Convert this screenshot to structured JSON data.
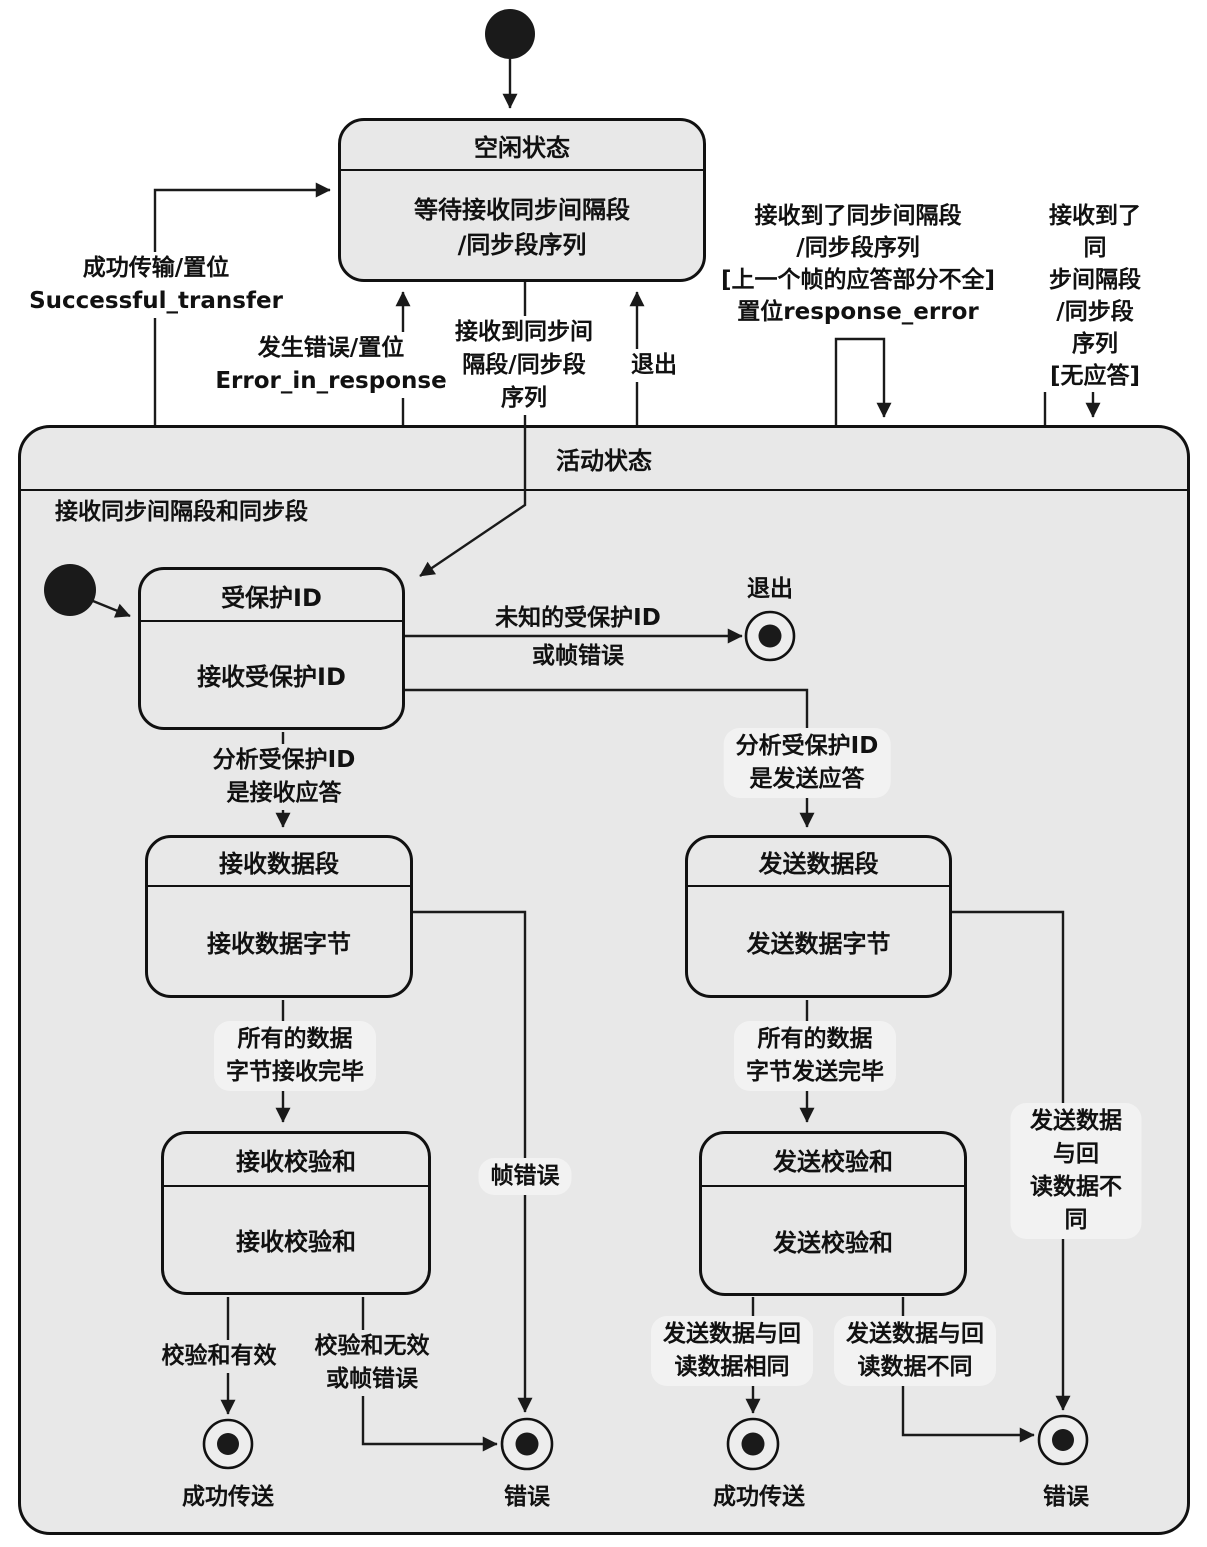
{
  "diagram": {
    "colors": {
      "state_fill": "#e8e8e8",
      "label_halo": "#f2f2f2",
      "line": "#1a1a1a",
      "background": "#ffffff"
    },
    "states": {
      "idle": {
        "title": "空闲状态",
        "body": "等待接收同步间隔段\n/同步段序列"
      },
      "active": {
        "title": "活动状态",
        "entry": "接收同步间隔段和同步段"
      },
      "protected_id": {
        "title": "受保护ID",
        "body": "接收受保护ID"
      },
      "receive_data": {
        "title": "接收数据段",
        "body": "接收数据字节"
      },
      "send_data": {
        "title": "发送数据段",
        "body": "发送数据字节"
      },
      "receive_checksum": {
        "title": "接收校验和",
        "body": "接收校验和"
      },
      "send_checksum": {
        "title": "发送校验和",
        "body": "发送校验和"
      }
    },
    "labels": {
      "successful_transfer": "成功传输/置位\nSuccessful_transfer",
      "error_in_response": "发生错误/置位\nError_in_response",
      "received_sync_seq": "接收到同步间\n隔段/同步段\n序列",
      "exit_to_idle": "退出",
      "response_error": "接收到了同步间隔段\n/同步段序列\n[上一个帧的应答部分不全]\n置位response_error",
      "no_response": "接收到了同\n步间隔段\n/同步段序列\n[无应答]",
      "unknown_id_line1": "未知的受保护ID",
      "unknown_id_line2": "或帧错误",
      "exit_inner": "退出",
      "analyze_receive": "分析受保护ID\n是接收应答",
      "analyze_send": "分析受保护ID\n是发送应答",
      "all_bytes_received": "所有的数据\n字节接收完毕",
      "all_bytes_sent": "所有的数据\n字节发送完毕",
      "frame_error": "帧错误",
      "send_read_differ_right": "发送数据与回\n读数据不同",
      "checksum_valid": "校验和有效",
      "checksum_invalid": "校验和无效\n或帧错误",
      "send_read_same": "发送数据与回\n读数据相同",
      "send_read_differ_bottom": "发送数据与回\n读数据不同",
      "success_left": "成功传送",
      "error_left": "错误",
      "success_right": "成功传送",
      "error_right": "错误"
    }
  }
}
